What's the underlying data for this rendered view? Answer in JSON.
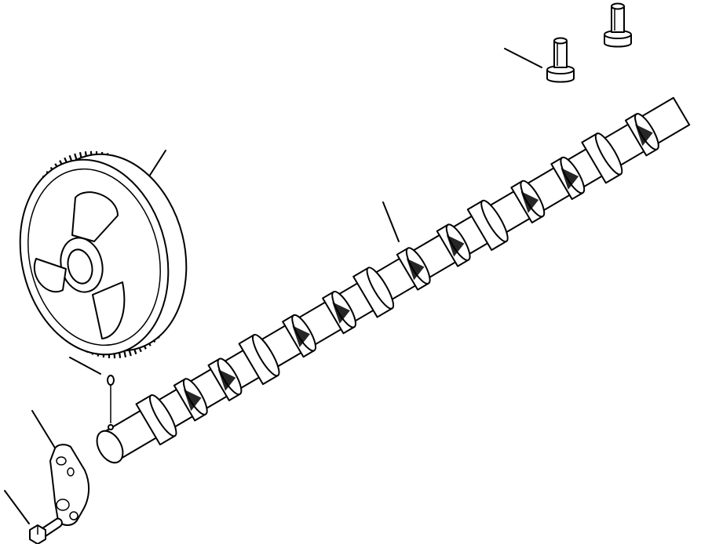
{
  "figure": {
    "parts": [
      {
        "name": "camshaft-gear"
      },
      {
        "name": "camshaft"
      },
      {
        "name": "valve-tappet"
      },
      {
        "name": "valve-tappet"
      },
      {
        "name": "woodruff-key"
      },
      {
        "name": "thrust-plate"
      },
      {
        "name": "bolt"
      }
    ]
  }
}
